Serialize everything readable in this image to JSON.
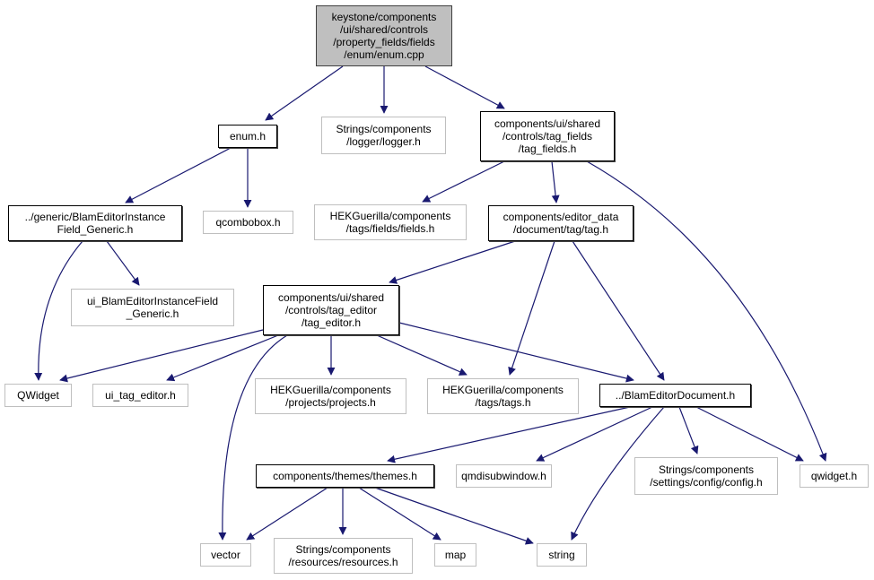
{
  "title": "keystone/components/ui/shared/controls/property_fields/fields/enum/enum.cpp include dependency graph",
  "colors": {
    "edge": "#191970",
    "root_fill": "#bfbfbf",
    "documented_border": "#000000",
    "undocumented_border": "#bfbfbf"
  },
  "nodes": [
    {
      "id": "enum_cpp",
      "label": "keystone/components\n/ui/shared/controls\n/property_fields/fields\n/enum/enum.cpp",
      "kind": "root"
    },
    {
      "id": "enum_h",
      "label": "enum.h",
      "kind": "documented"
    },
    {
      "id": "logger_h",
      "label": "Strings/components\n/logger/logger.h",
      "kind": "external"
    },
    {
      "id": "tag_fields_h",
      "label": "components/ui/shared\n/controls/tag_fields\n/tag_fields.h",
      "kind": "documented"
    },
    {
      "id": "generic_h",
      "label": "../generic/BlamEditorInstance\nField_Generic.h",
      "kind": "documented"
    },
    {
      "id": "qcombobox_h",
      "label": "qcombobox.h",
      "kind": "external"
    },
    {
      "id": "fields_h",
      "label": "HEKGuerilla/components\n/tags/fields/fields.h",
      "kind": "external"
    },
    {
      "id": "tag_h",
      "label": "components/editor_data\n/document/tag/tag.h",
      "kind": "documented"
    },
    {
      "id": "ui_generic_h",
      "label": "ui_BlamEditorInstanceField\n_Generic.h",
      "kind": "external"
    },
    {
      "id": "tag_editor_h",
      "label": "components/ui/shared\n/controls/tag_editor\n/tag_editor.h",
      "kind": "documented"
    },
    {
      "id": "QWidget",
      "label": "QWidget",
      "kind": "external"
    },
    {
      "id": "ui_tag_editor_h",
      "label": "ui_tag_editor.h",
      "kind": "external"
    },
    {
      "id": "projects_h",
      "label": "HEKGuerilla/components\n/projects/projects.h",
      "kind": "external"
    },
    {
      "id": "tags_h",
      "label": "HEKGuerilla/components\n/tags/tags.h",
      "kind": "external"
    },
    {
      "id": "blam_doc_h",
      "label": "../BlamEditorDocument.h",
      "kind": "documented"
    },
    {
      "id": "themes_h",
      "label": "components/themes/themes.h",
      "kind": "documented"
    },
    {
      "id": "qmdisubwindow_h",
      "label": "qmdisubwindow.h",
      "kind": "external"
    },
    {
      "id": "config_h",
      "label": "Strings/components\n/settings/config/config.h",
      "kind": "external"
    },
    {
      "id": "qwidget_h",
      "label": "qwidget.h",
      "kind": "external"
    },
    {
      "id": "vector",
      "label": "vector",
      "kind": "external"
    },
    {
      "id": "resources_h",
      "label": "Strings/components\n/resources/resources.h",
      "kind": "external"
    },
    {
      "id": "map",
      "label": "map",
      "kind": "external"
    },
    {
      "id": "string",
      "label": "string",
      "kind": "external"
    }
  ],
  "edges": [
    {
      "from": "enum_cpp",
      "to": "enum_h"
    },
    {
      "from": "enum_cpp",
      "to": "logger_h"
    },
    {
      "from": "enum_cpp",
      "to": "tag_fields_h"
    },
    {
      "from": "enum_h",
      "to": "generic_h"
    },
    {
      "from": "enum_h",
      "to": "qcombobox_h"
    },
    {
      "from": "generic_h",
      "to": "ui_generic_h"
    },
    {
      "from": "generic_h",
      "to": "QWidget"
    },
    {
      "from": "tag_fields_h",
      "to": "fields_h"
    },
    {
      "from": "tag_fields_h",
      "to": "tag_h"
    },
    {
      "from": "tag_fields_h",
      "to": "qwidget_h"
    },
    {
      "from": "tag_h",
      "to": "tag_editor_h"
    },
    {
      "from": "tag_h",
      "to": "tags_h"
    },
    {
      "from": "tag_h",
      "to": "blam_doc_h"
    },
    {
      "from": "tag_editor_h",
      "to": "QWidget"
    },
    {
      "from": "tag_editor_h",
      "to": "ui_tag_editor_h"
    },
    {
      "from": "tag_editor_h",
      "to": "vector"
    },
    {
      "from": "tag_editor_h",
      "to": "projects_h"
    },
    {
      "from": "tag_editor_h",
      "to": "tags_h"
    },
    {
      "from": "tag_editor_h",
      "to": "blam_doc_h"
    },
    {
      "from": "blam_doc_h",
      "to": "themes_h"
    },
    {
      "from": "blam_doc_h",
      "to": "qmdisubwindow_h"
    },
    {
      "from": "blam_doc_h",
      "to": "string"
    },
    {
      "from": "blam_doc_h",
      "to": "config_h"
    },
    {
      "from": "blam_doc_h",
      "to": "qwidget_h"
    },
    {
      "from": "themes_h",
      "to": "vector"
    },
    {
      "from": "themes_h",
      "to": "resources_h"
    },
    {
      "from": "themes_h",
      "to": "map"
    },
    {
      "from": "themes_h",
      "to": "string"
    }
  ]
}
